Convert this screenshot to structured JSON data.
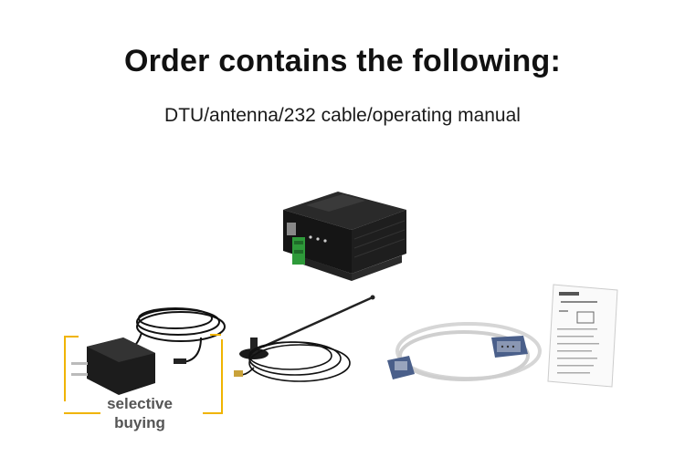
{
  "heading": {
    "title": "Order contains the following:",
    "subtitle": "DTU/antenna/232 cable/operating manual"
  },
  "badge": {
    "line1": "selective",
    "line2": "buying",
    "accent_color": "#f0b400"
  },
  "products": [
    {
      "name": "DTU",
      "icon": "dtu-device"
    },
    {
      "name": "power adapter",
      "icon": "power-adapter"
    },
    {
      "name": "antenna",
      "icon": "antenna"
    },
    {
      "name": "232 cable",
      "icon": "serial-cable"
    },
    {
      "name": "operating manual",
      "icon": "manual-document"
    }
  ]
}
